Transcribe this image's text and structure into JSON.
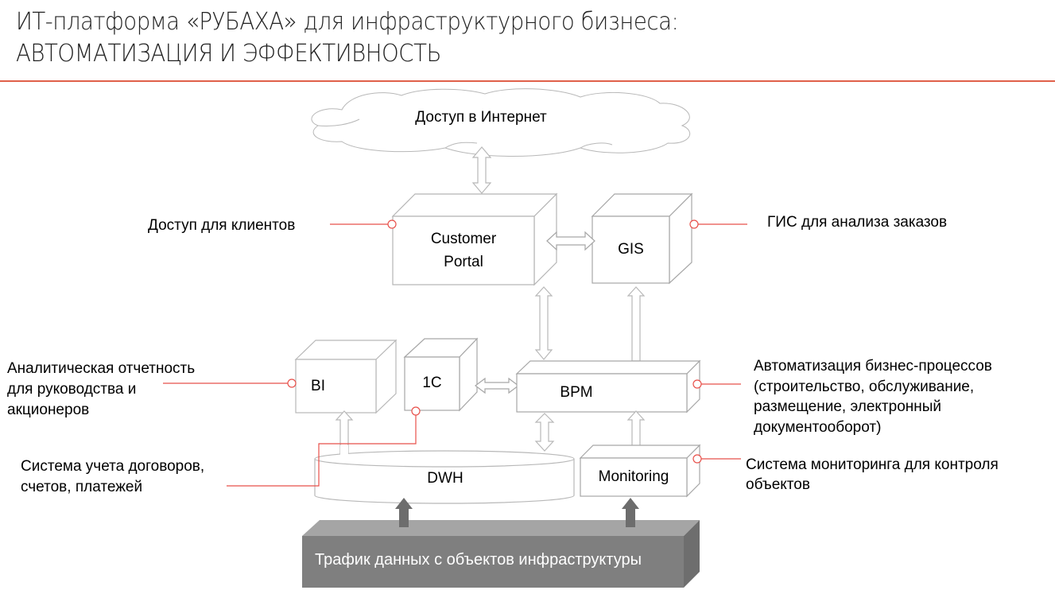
{
  "header": {
    "title_line1": "ИТ-платформа «РУБАХА» для инфраструктурного бизнеса:",
    "title_line2": "АВТОМАТИЗАЦИЯ И ЭФФЕКТИВНОСТЬ",
    "accent_color": "#e0604a"
  },
  "diagram": {
    "cloud": {
      "label": "Доступ в Интернет"
    },
    "nodes": {
      "customer_portal": {
        "line1": "Customer",
        "line2": "Portal"
      },
      "gis": {
        "label": "GIS"
      },
      "bi": {
        "label": "BI"
      },
      "one_c": {
        "label": "1C"
      },
      "bpm": {
        "label": "BPM"
      },
      "dwh": {
        "label": "DWH"
      },
      "monitoring": {
        "label": "Monitoring"
      },
      "traffic": {
        "label": "Трафик данных  с объектов инфраструктуры"
      }
    },
    "callouts": {
      "clients_access": "Доступ для клиентов",
      "gis_orders": "ГИС для анализа заказов",
      "analytics": [
        "Аналитическая отчетность",
        "для руководства и",
        "акционеров"
      ],
      "accounting": [
        "Система учета договоров,",
        "счетов, платежей"
      ],
      "bpm_automation": [
        "Автоматизация бизнес-процессов",
        "(строительство, обслуживание,",
        "размещение, электронный",
        "документооборот)"
      ],
      "monitoring_system": [
        "Система мониторинга для контроля",
        "объектов"
      ]
    },
    "colors": {
      "callout_line": "#e8504a",
      "box_stroke": "#a6a6a6",
      "traffic_fill": "#7f7f7f",
      "traffic_arrow": "#6d6d6d"
    }
  }
}
